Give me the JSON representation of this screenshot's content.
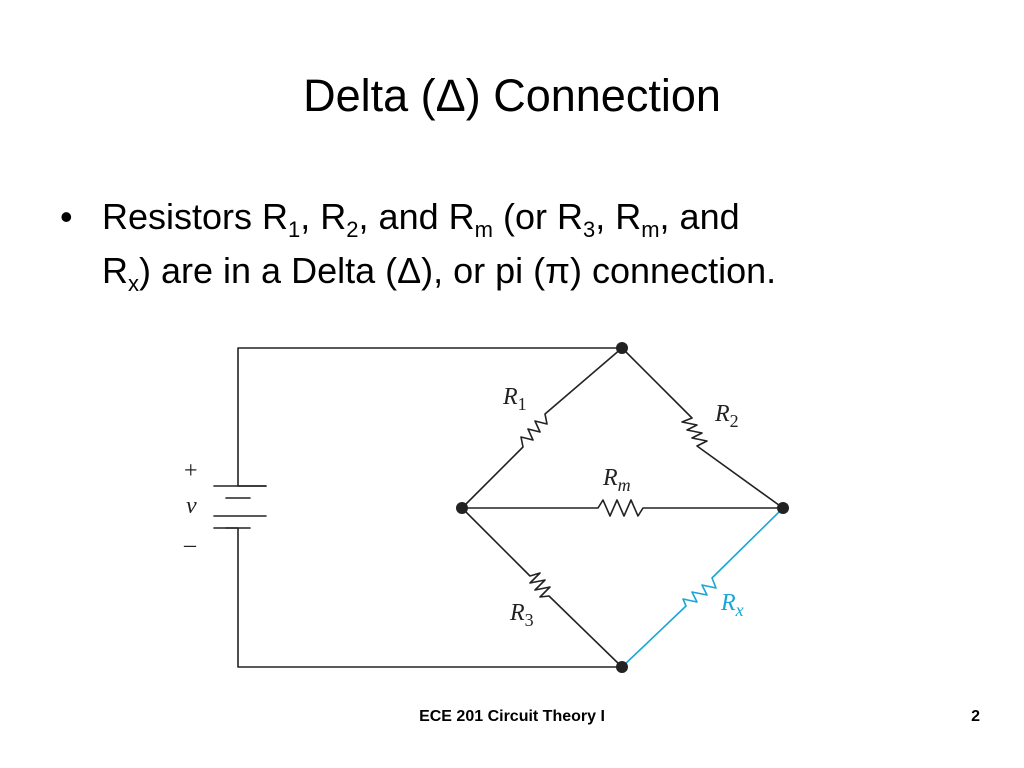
{
  "title": "Delta (Δ) Connection",
  "bullet": {
    "symbol": "•",
    "line1": {
      "t1": "Resistors R",
      "s1": "1",
      "t2": ", R",
      "s2": "2",
      "t3": ", and R",
      "s3": "m",
      "t4": " (or R",
      "s4": "3",
      "t5": ", R",
      "s5": "m",
      "t6": ", and"
    },
    "line2": {
      "t1": "R",
      "s1": "x",
      "t2": ") are in a Delta (Δ), or pi (π) connection."
    }
  },
  "diagram": {
    "source": {
      "plus": "+",
      "symbol": "v",
      "minus": "–"
    },
    "resistors": {
      "r1": {
        "letter": "R",
        "sub": "1"
      },
      "r2": {
        "letter": "R",
        "sub": "2"
      },
      "rm": {
        "letter": "R",
        "sub": "m"
      },
      "r3": {
        "letter": "R",
        "sub": "3"
      },
      "rx": {
        "letter": "R",
        "sub": "x"
      }
    },
    "colors": {
      "wire": "#222222",
      "highlight": "#1aa5d6"
    }
  },
  "footer": {
    "course": "ECE 201 Circuit Theory I",
    "page": "2"
  }
}
